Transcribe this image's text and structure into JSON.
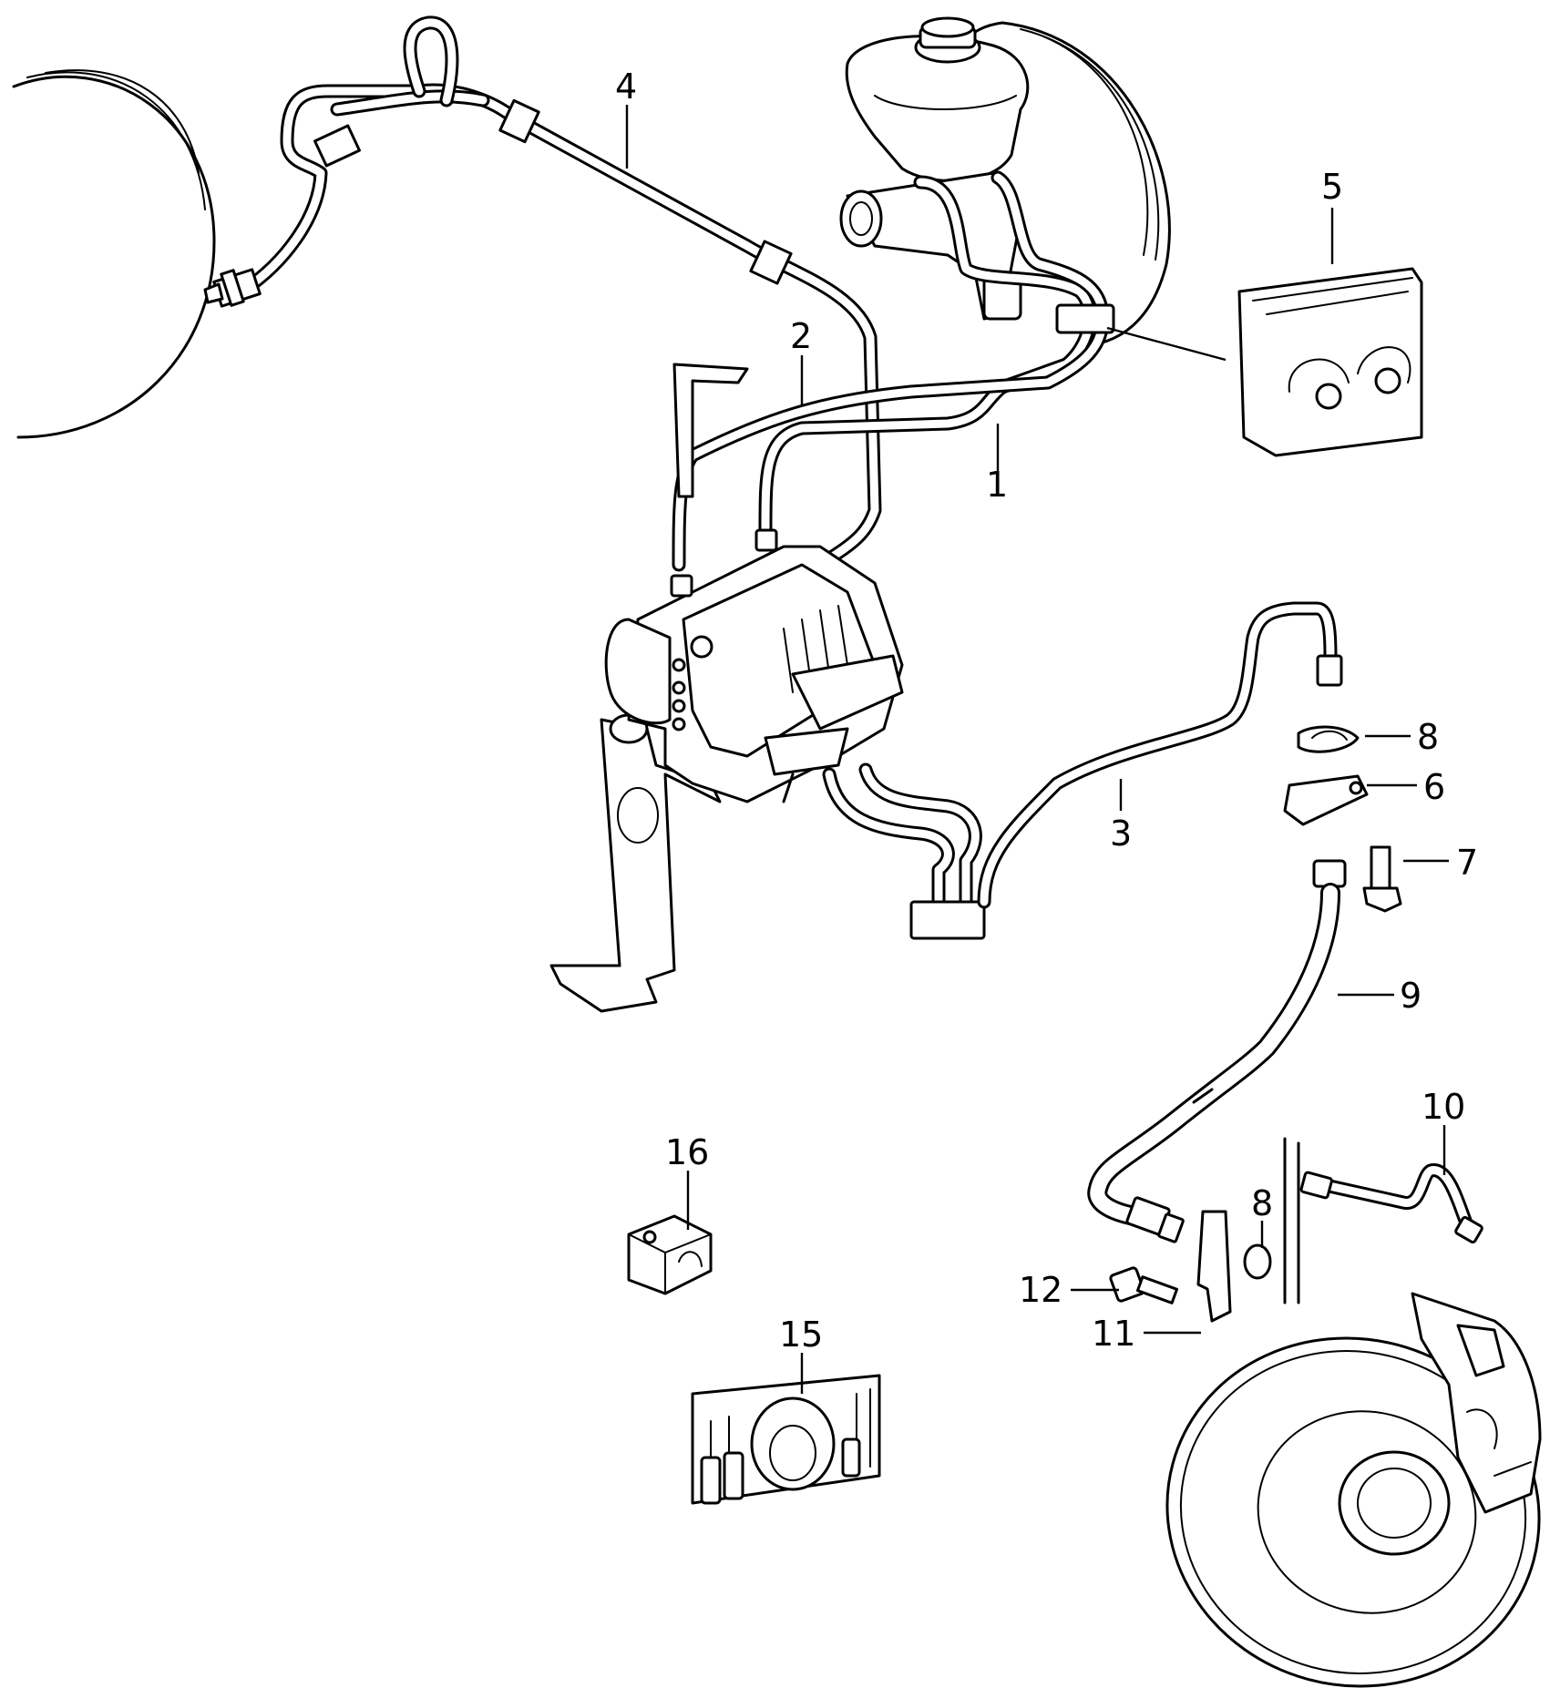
{
  "diagram": {
    "callouts": [
      {
        "id": "1",
        "text": "1"
      },
      {
        "id": "2",
        "text": "2"
      },
      {
        "id": "3",
        "text": "3"
      },
      {
        "id": "4",
        "text": "4"
      },
      {
        "id": "5",
        "text": "5"
      },
      {
        "id": "6",
        "text": "6"
      },
      {
        "id": "7",
        "text": "7"
      },
      {
        "id": "8a",
        "text": "8"
      },
      {
        "id": "8b",
        "text": "8"
      },
      {
        "id": "9",
        "text": "9"
      },
      {
        "id": "10",
        "text": "10"
      },
      {
        "id": "11",
        "text": "11"
      },
      {
        "id": "12",
        "text": "12"
      },
      {
        "id": "15",
        "text": "15"
      },
      {
        "id": "16",
        "text": "16"
      }
    ]
  },
  "colors": {
    "line": "#000000",
    "background": "#ffffff"
  }
}
